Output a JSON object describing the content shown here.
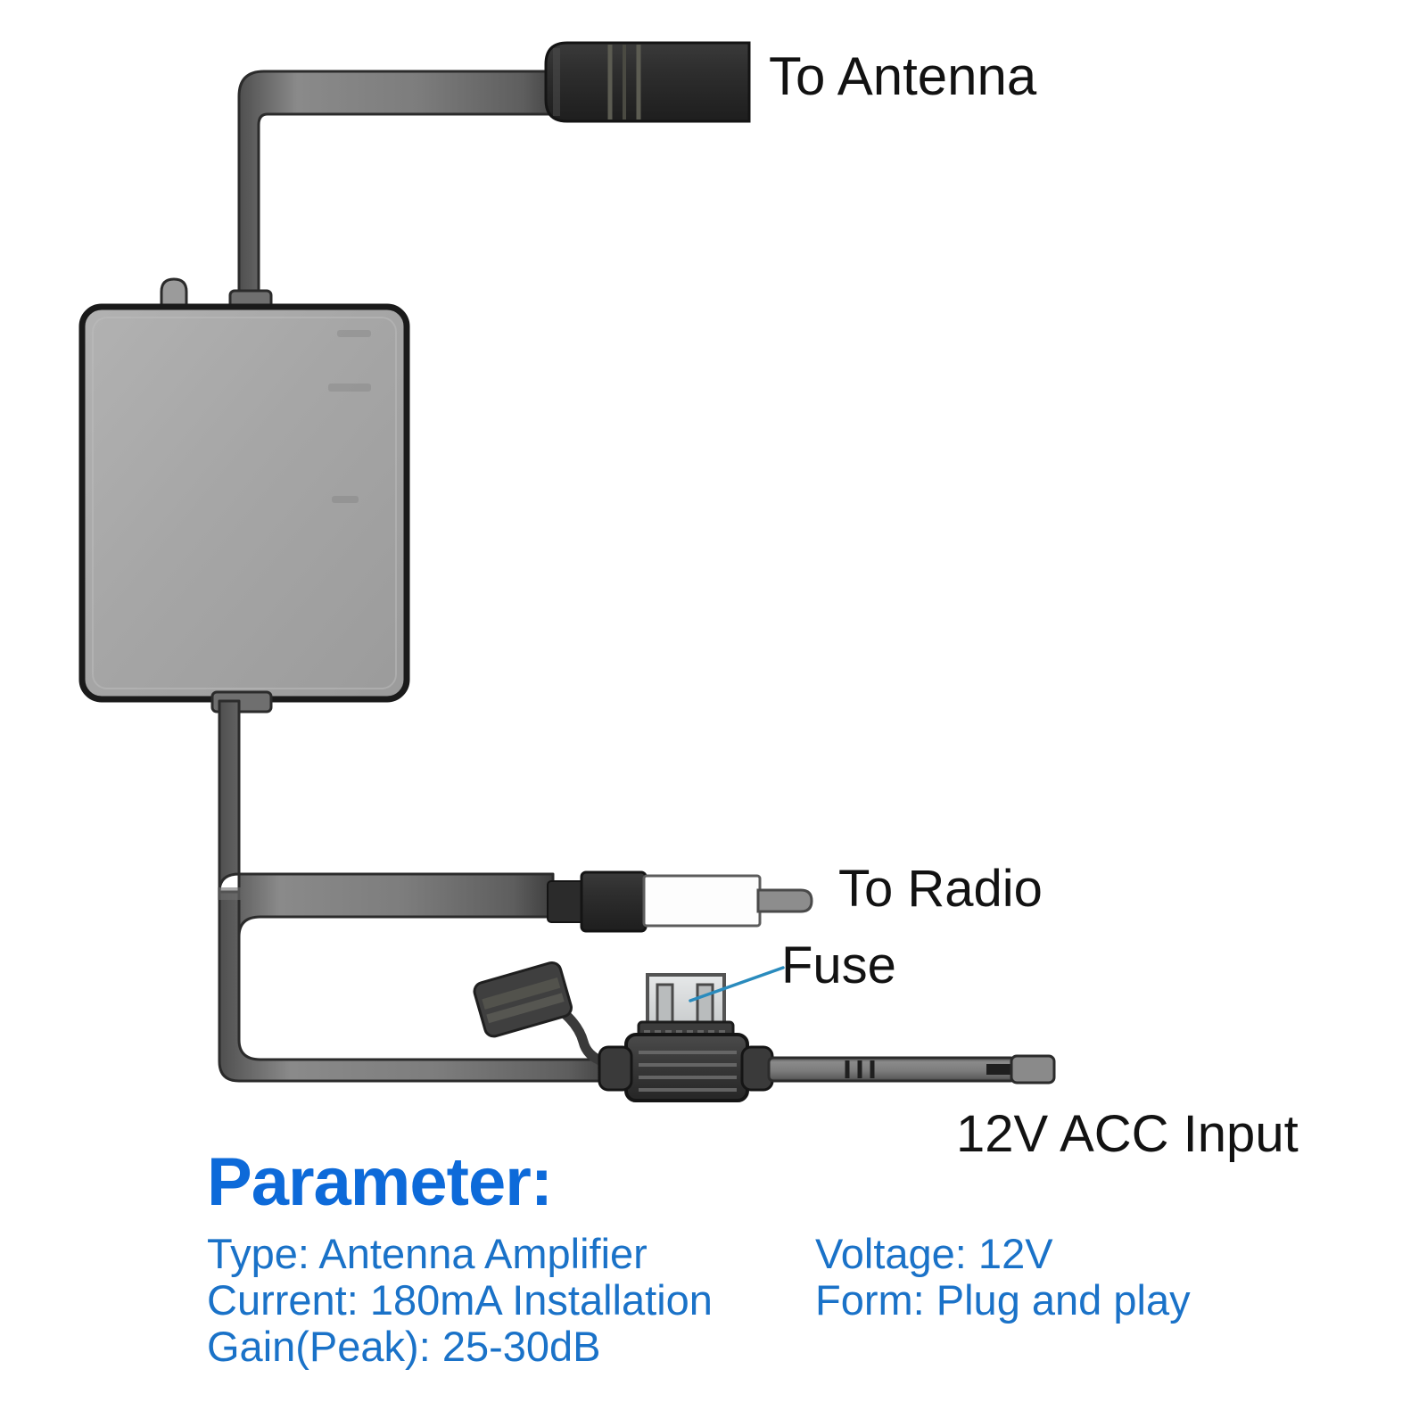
{
  "diagram": {
    "title_alt": "Car antenna amplifier wiring diagram",
    "colors": {
      "cable_gray": "#7b7b7b",
      "cable_gray_dark": "#4a4a4a",
      "connector_dark": "#2f2f2f",
      "connector_black": "#1c1c1c",
      "box_fill": "#a8a8a8",
      "box_stroke": "#1a1a1a",
      "fuse_blade": "#d8dadb",
      "leader_line": "#2a8bbd",
      "label_text": "#121212",
      "param_heading": "#0d6ad9",
      "param_body": "#1a72c8",
      "background": "#ffffff"
    },
    "labels": {
      "to_antenna": "To Antenna",
      "to_radio": "To Radio",
      "fuse": "Fuse",
      "acc_input": "12V ACC Input"
    },
    "components": {
      "amplifier_box": "antenna-amplifier-module",
      "antenna_connector": "fakra-antenna-plug",
      "radio_connector": "din-radio-plug",
      "fuse_holder": "inline-blade-fuse-holder",
      "fuse_cap": "fuse-holder-cap",
      "power_terminal": "power-terminal-pin"
    }
  },
  "parameters": {
    "heading": "Parameter:",
    "rows": [
      {
        "left": "Type: Antenna Amplifier",
        "right": "Voltage: 12V"
      },
      {
        "left": "Current: 180mA  Installation",
        "right": " Form: Plug and play"
      },
      {
        "left": "Gain(Peak): 25-30dB",
        "right": ""
      }
    ]
  }
}
